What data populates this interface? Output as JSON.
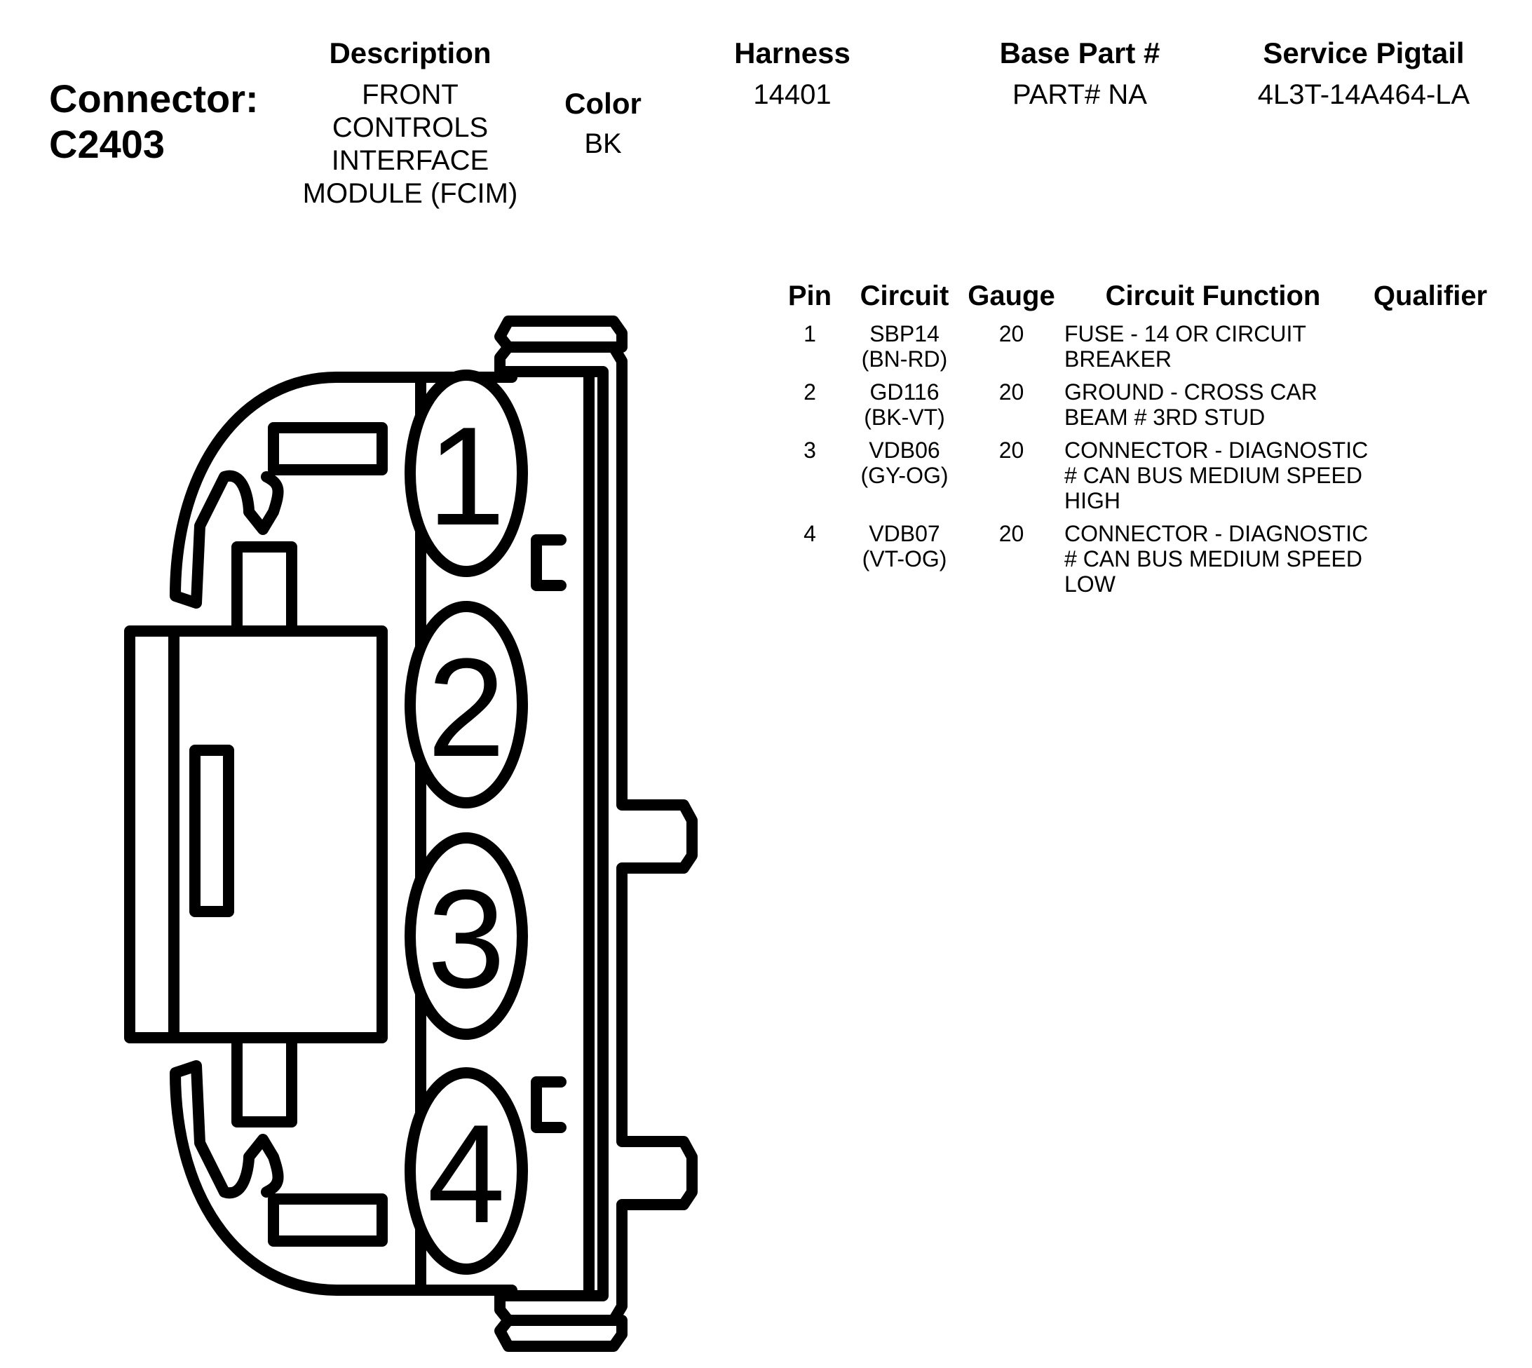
{
  "connector": {
    "label": "Connector:",
    "id": "C2403"
  },
  "headers": {
    "description": "Description",
    "color": "Color",
    "harness": "Harness",
    "base_part": "Base Part #",
    "service_pigtail": "Service Pigtail"
  },
  "values": {
    "description_lines": [
      "FRONT",
      "CONTROLS",
      "INTERFACE",
      "MODULE (FCIM)"
    ],
    "color": "BK",
    "harness": "14401",
    "base_part": "PART# NA",
    "service_pigtail": "4L3T-14A464-LA"
  },
  "table": {
    "columns": [
      "Pin",
      "Circuit",
      "Gauge",
      "Circuit Function",
      "Qualifier"
    ],
    "rows": [
      {
        "pin": "1",
        "circuit": "SBP14",
        "wire": "(BN-RD)",
        "gauge": "20",
        "function": [
          "FUSE - 14 OR CIRCUIT",
          "BREAKER"
        ],
        "qualifier": ""
      },
      {
        "pin": "2",
        "circuit": "GD116",
        "wire": "(BK-VT)",
        "gauge": "20",
        "function": [
          "GROUND - CROSS CAR",
          "BEAM # 3RD STUD"
        ],
        "qualifier": ""
      },
      {
        "pin": "3",
        "circuit": "VDB06",
        "wire": "(GY-OG)",
        "gauge": "20",
        "function": [
          "CONNECTOR - DIAGNOSTIC",
          "# CAN BUS MEDIUM SPEED",
          "HIGH"
        ],
        "qualifier": ""
      },
      {
        "pin": "4",
        "circuit": "VDB07",
        "wire": "(VT-OG)",
        "gauge": "20",
        "function": [
          "CONNECTOR - DIAGNOSTIC",
          "# CAN BUS MEDIUM SPEED",
          "LOW"
        ],
        "qualifier": ""
      }
    ]
  },
  "diagram": {
    "pin_labels": [
      "1",
      "2",
      "3",
      "4"
    ],
    "stroke_color": "#000000"
  }
}
